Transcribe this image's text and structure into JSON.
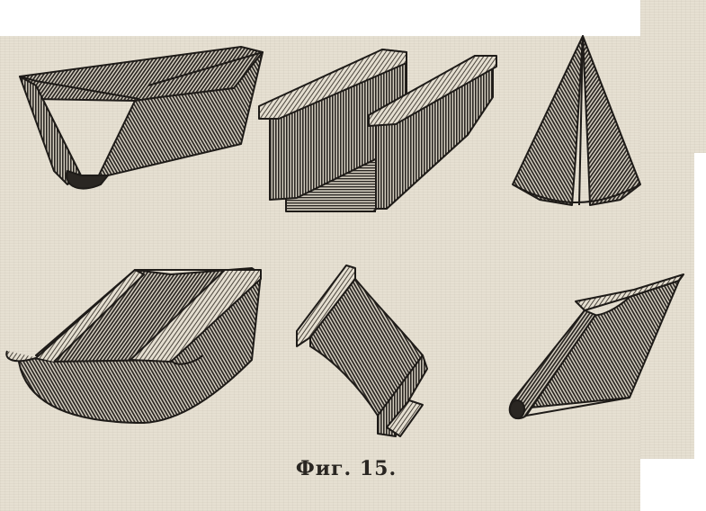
{
  "caption": "Фиг. 15.",
  "colors": {
    "paper": "#e6e0d2",
    "ink": "#2a2622",
    "ink_dark": "#1e1b18",
    "background": "#ffffff"
  },
  "figures": [
    {
      "name": "box-gutter-v-shaped-illustration"
    },
    {
      "name": "box-gutter-flat-bottom-illustration"
    },
    {
      "name": "conical-downpipe-illustration"
    },
    {
      "name": "half-round-gutter-illustration"
    },
    {
      "name": "ogee-gutter-illustration"
    },
    {
      "name": "beaded-gutter-illustration"
    }
  ]
}
